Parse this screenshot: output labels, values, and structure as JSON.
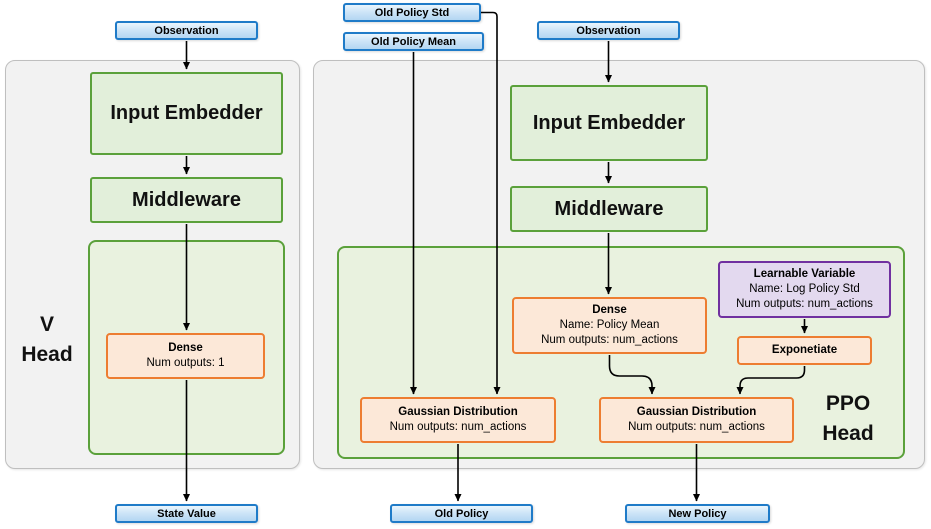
{
  "colors": {
    "port_fill": "#cce4f7",
    "port_border": "#1f7bc8",
    "node_fill": "#e2efda",
    "node_border": "#5ba13b",
    "detail_fill": "#fce8d8",
    "detail_border": "#ed7d31",
    "variable_fill": "#e3d9ef",
    "variable_border": "#7030a0",
    "panel_fill": "#f2f2f2",
    "panel_border": "#bfbfbf",
    "arrow": "#000000"
  },
  "v_head": {
    "label_line1": "V",
    "label_line2": "Head",
    "observation": "Observation",
    "input_embedder": "Input Embedder",
    "middleware": "Middleware",
    "dense": {
      "title": "Dense",
      "outputs": "Num outputs: 1"
    },
    "output": "State Value"
  },
  "ppo_head": {
    "label_line1": "PPO",
    "label_line2": "Head",
    "old_policy_std": "Old Policy Std",
    "old_policy_mean": "Old Policy Mean",
    "observation": "Observation",
    "input_embedder": "Input Embedder",
    "middleware": "Middleware",
    "dense": {
      "title": "Dense",
      "name": "Name: Policy Mean",
      "outputs": "Num outputs: num_actions"
    },
    "learnable_variable": {
      "title": "Learnable Variable",
      "name": "Name: Log Policy Std",
      "outputs": "Num outputs: num_actions"
    },
    "exponetiate": "Exponetiate",
    "gaussian_old": {
      "title": "Gaussian Distribution",
      "outputs": "Num outputs: num_actions"
    },
    "gaussian_new": {
      "title": "Gaussian Distribution",
      "outputs": "Num outputs: num_actions"
    },
    "output_old": "Old Policy",
    "output_new": "New Policy"
  }
}
